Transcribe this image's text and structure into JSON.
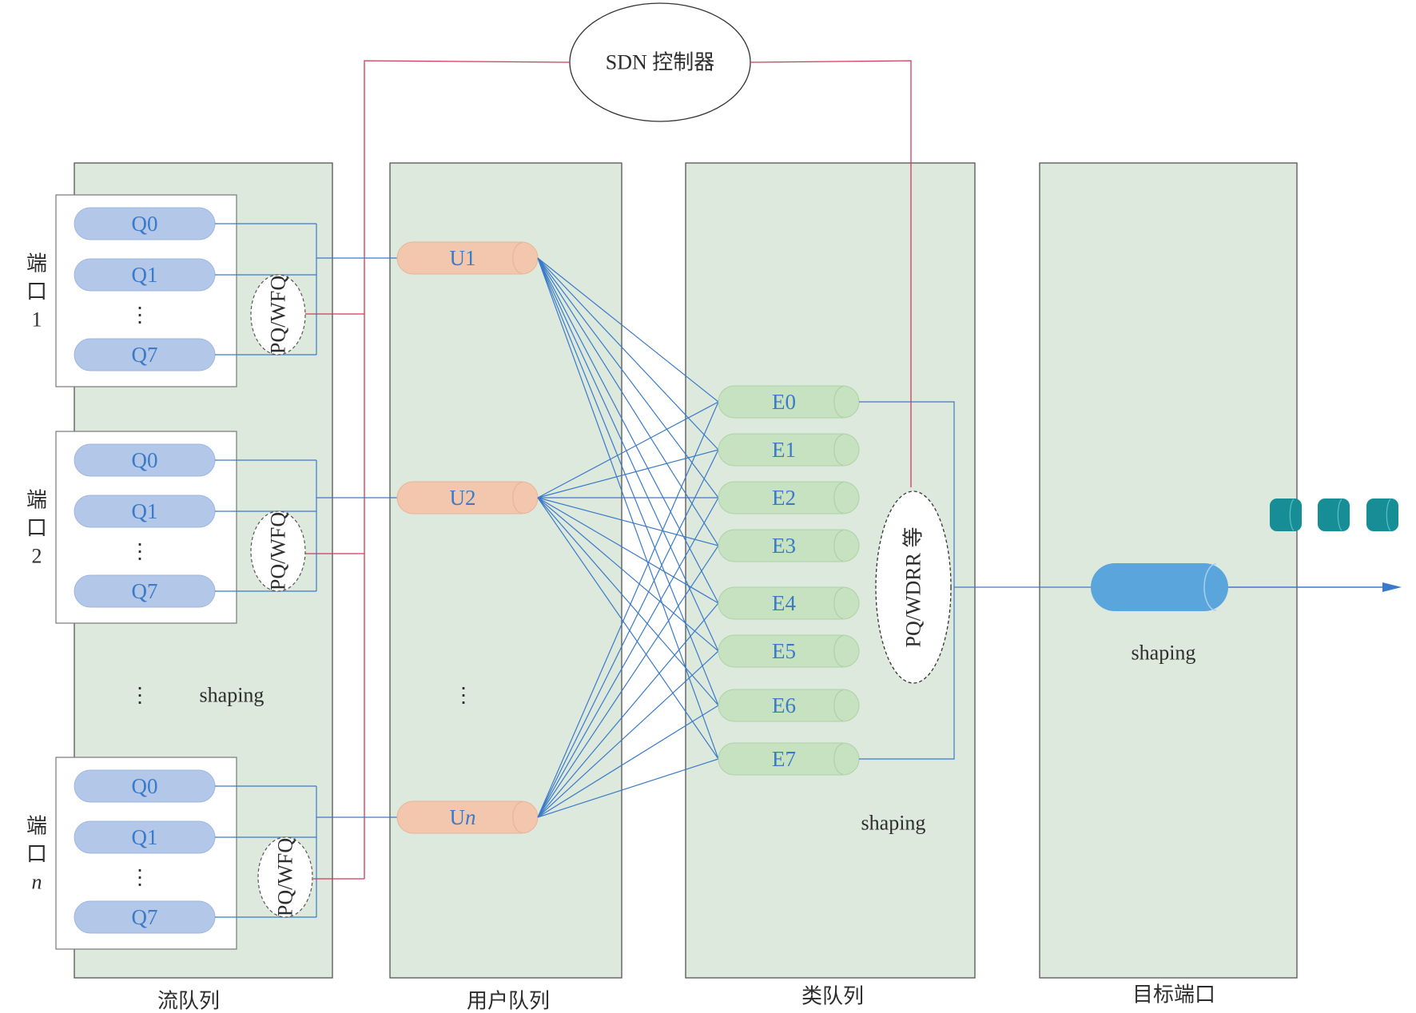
{
  "controller": {
    "label": "SDN 控制器"
  },
  "ports": [
    {
      "name": "端口1",
      "label_chars": [
        "端",
        "口",
        "1"
      ],
      "queues": [
        "Q0",
        "Q1",
        "⋮",
        "Q7"
      ],
      "scheduler": "PQ/WFQ"
    },
    {
      "name": "端口2",
      "label_chars": [
        "端",
        "口",
        "2"
      ],
      "queues": [
        "Q0",
        "Q1",
        "⋮",
        "Q7"
      ],
      "scheduler": "PQ/WFQ"
    },
    {
      "name": "端口n",
      "label_chars": [
        "端",
        "口",
        "n"
      ],
      "queues": [
        "Q0",
        "Q1",
        "⋮",
        "Q7"
      ],
      "scheduler": "PQ/WFQ"
    }
  ],
  "user_queues": [
    "U1",
    "U2",
    "⋮",
    "Un"
  ],
  "class_queues": [
    "E0",
    "E1",
    "E2",
    "E3",
    "E4",
    "E5",
    "E6",
    "E7"
  ],
  "class_scheduler": "PQ/WDRR 等",
  "shaping_label": "shaping",
  "ellipsis": "⋮",
  "columns": [
    "流队列",
    "用户队列",
    "类队列",
    "目标端口"
  ],
  "colors": {
    "panel": "#dde9dd",
    "flow_queue": "#b3c7e8",
    "user_queue": "#f2c7ad",
    "class_queue": "#c6e2c0",
    "target_queue": "#5aa5dc",
    "packet": "#178e95",
    "link": "#3a7ac8",
    "control_link": "#d1395a"
  }
}
